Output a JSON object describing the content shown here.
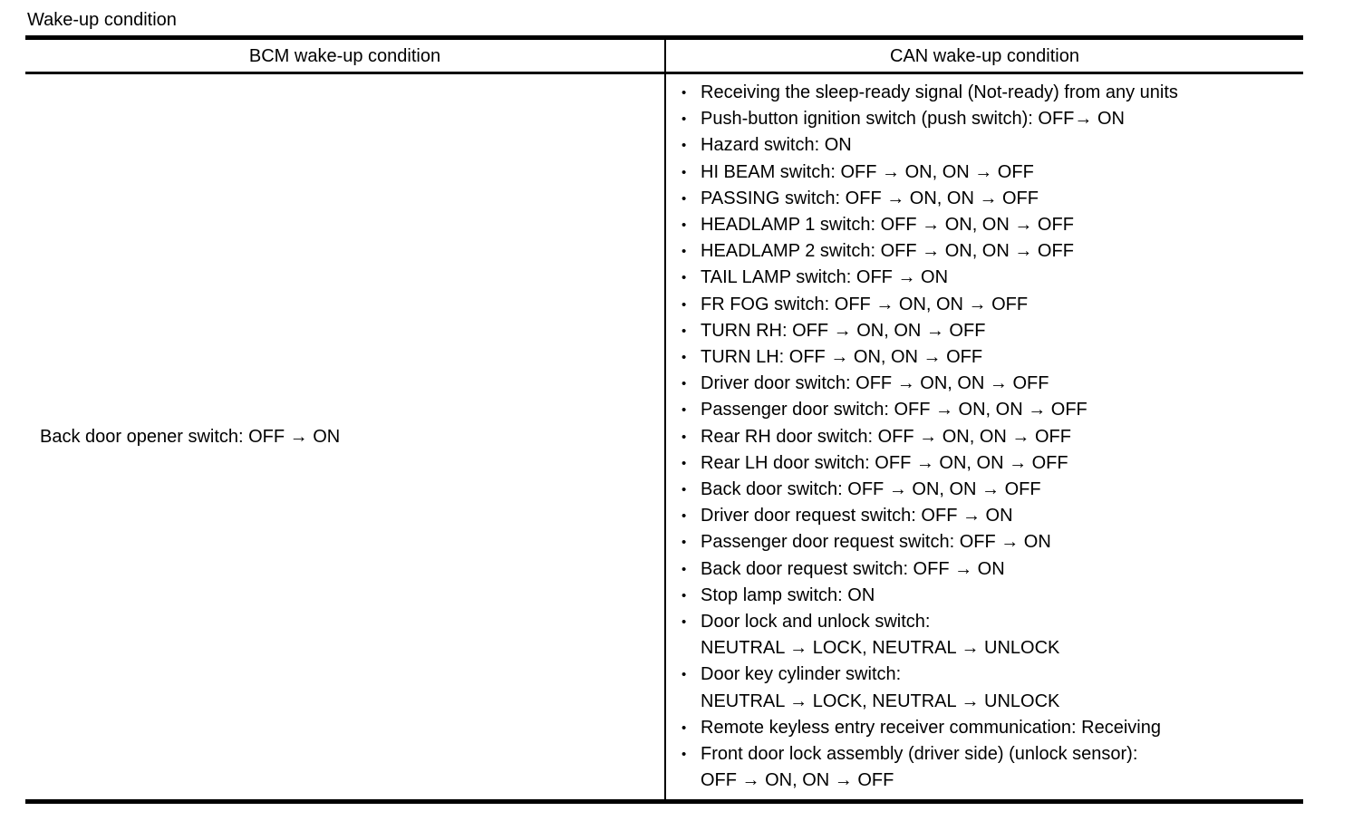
{
  "page": {
    "title": "Wake-up condition"
  },
  "colors": {
    "text": "#000000",
    "background": "#ffffff",
    "border": "#000000"
  },
  "icons": {
    "bullet": "•"
  },
  "table": {
    "headers": {
      "bcm": "BCM wake-up condition",
      "can": "CAN wake-up condition"
    },
    "row": {
      "bcm_condition": "Back door opener switch: OFF → ON",
      "can_conditions": [
        {
          "lines": [
            "Receiving the sleep-ready signal (Not-ready) from any units"
          ]
        },
        {
          "lines": [
            "Push-button ignition switch (push switch): OFF→ ON"
          ]
        },
        {
          "lines": [
            "Hazard switch: ON"
          ]
        },
        {
          "lines": [
            "HI BEAM switch: OFF → ON, ON → OFF"
          ]
        },
        {
          "lines": [
            "PASSING switch: OFF → ON, ON → OFF"
          ]
        },
        {
          "lines": [
            "HEADLAMP 1 switch: OFF → ON, ON → OFF"
          ]
        },
        {
          "lines": [
            "HEADLAMP 2 switch: OFF → ON, ON → OFF"
          ]
        },
        {
          "lines": [
            "TAIL LAMP switch: OFF → ON"
          ]
        },
        {
          "lines": [
            "FR FOG switch: OFF → ON, ON → OFF"
          ]
        },
        {
          "lines": [
            "TURN RH: OFF → ON, ON → OFF"
          ]
        },
        {
          "lines": [
            "TURN LH: OFF → ON, ON → OFF"
          ]
        },
        {
          "lines": [
            "Driver door switch: OFF → ON, ON → OFF"
          ]
        },
        {
          "lines": [
            "Passenger door switch: OFF → ON, ON → OFF"
          ]
        },
        {
          "lines": [
            "Rear RH door switch: OFF → ON, ON → OFF"
          ]
        },
        {
          "lines": [
            "Rear LH door switch: OFF → ON, ON → OFF"
          ]
        },
        {
          "lines": [
            "Back door switch: OFF → ON, ON → OFF"
          ]
        },
        {
          "lines": [
            "Driver door request switch: OFF → ON"
          ]
        },
        {
          "lines": [
            "Passenger door request switch: OFF → ON"
          ]
        },
        {
          "lines": [
            "Back door request switch: OFF → ON"
          ]
        },
        {
          "lines": [
            "Stop lamp switch: ON"
          ]
        },
        {
          "lines": [
            "Door lock and unlock switch:",
            "NEUTRAL → LOCK, NEUTRAL → UNLOCK"
          ]
        },
        {
          "lines": [
            "Door key cylinder switch:",
            "NEUTRAL → LOCK, NEUTRAL → UNLOCK"
          ]
        },
        {
          "lines": [
            "Remote keyless entry receiver communication: Receiving"
          ]
        },
        {
          "lines": [
            "Front door lock assembly (driver side) (unlock sensor):",
            "OFF → ON, ON → OFF"
          ]
        }
      ]
    }
  }
}
